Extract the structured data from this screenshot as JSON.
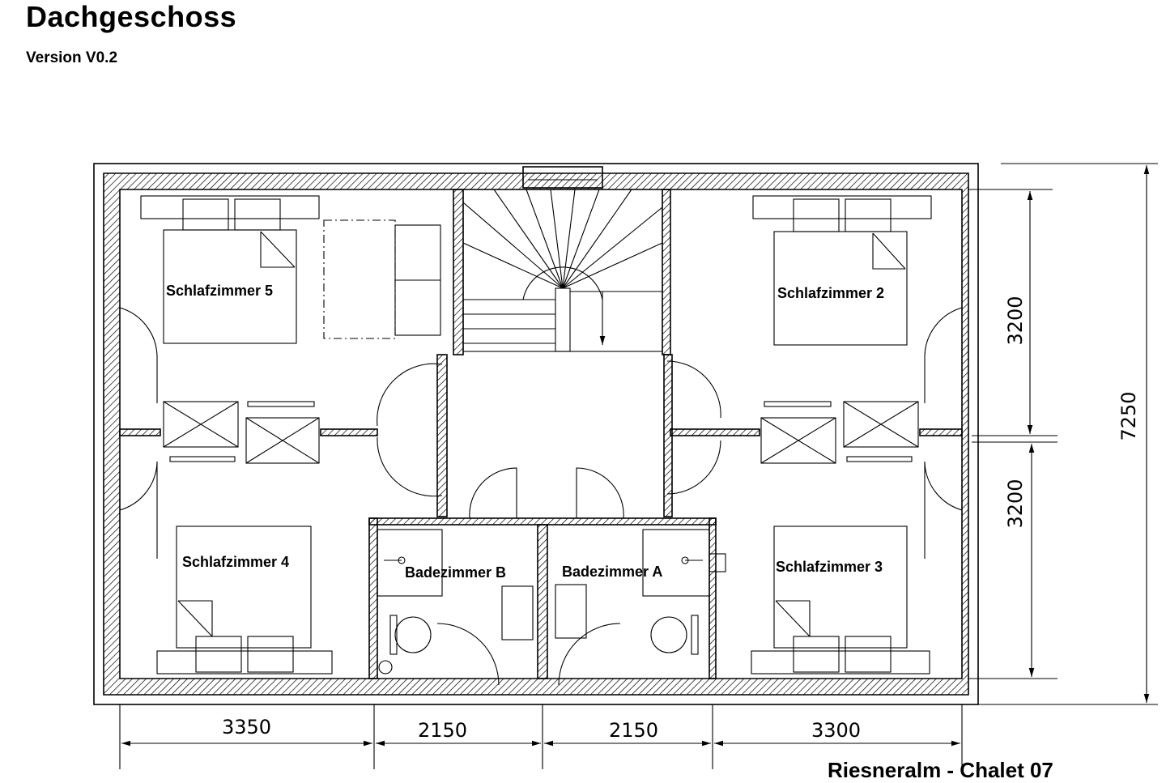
{
  "title": "Dachgeschoss",
  "subtitle": "Version V0.2",
  "footer": "Riesneralm - Chalet 07",
  "rooms": [
    {
      "id": "schlafzimmer-5",
      "label": "Schlafzimmer 5"
    },
    {
      "id": "schlafzimmer-2",
      "label": "Schlafzimmer 2"
    },
    {
      "id": "schlafzimmer-4",
      "label": "Schlafzimmer 4"
    },
    {
      "id": "schlafzimmer-3",
      "label": "Schlafzimmer 3"
    },
    {
      "id": "badezimmer-b",
      "label": "Badezimmer B"
    },
    {
      "id": "badezimmer-a",
      "label": "Badezimmer A"
    }
  ],
  "dimensions": {
    "bottom": [
      "3350",
      "2150",
      "2150",
      "3300"
    ],
    "right_top": "3200",
    "right_bottom": "3200",
    "right_total": "7250"
  },
  "colors": {
    "line": "#000000",
    "background": "#ffffff"
  }
}
